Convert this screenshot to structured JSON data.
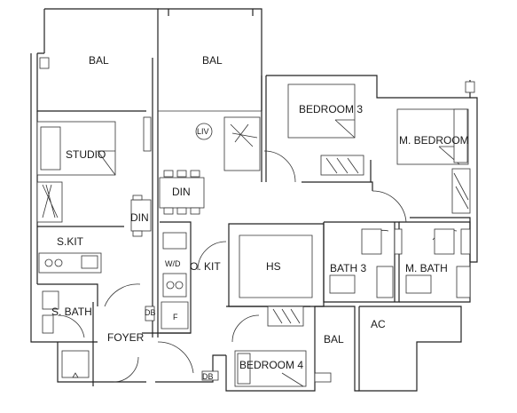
{
  "rooms": {
    "bal_left": "BAL",
    "bal_mid": "BAL",
    "bal_bottom": "BAL",
    "bedroom3": "BEDROOM 3",
    "master_bedroom": "M. BEDROOM",
    "studio": "STUDIO",
    "liv": "LIV",
    "din_main": "DIN",
    "din_small": "DIN",
    "skit": "S.KIT",
    "okit": "O. KIT",
    "hs": "HS",
    "bath3": "BATH 3",
    "mbath": "M. BATH",
    "sbath": "S. BATH",
    "foyer": "FOYER",
    "ac": "AC",
    "bedroom4": "BEDROOM 4"
  },
  "fixtures": {
    "db_left": "DB",
    "db_bottom": "DB",
    "wd": "W/D",
    "fridge": "F"
  }
}
